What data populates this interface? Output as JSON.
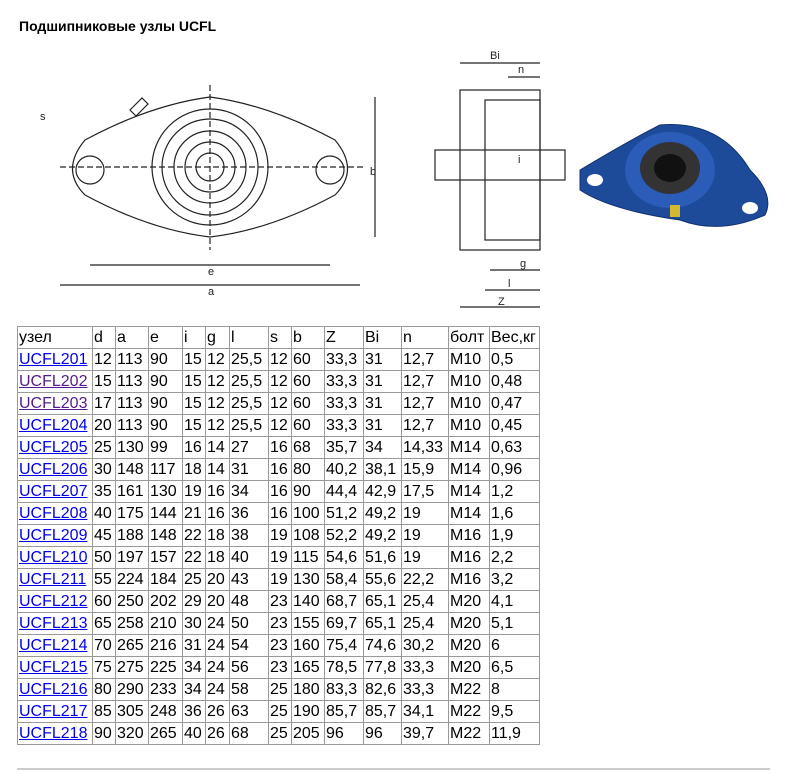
{
  "title": "Подшипниковые узлы UCFL",
  "drawing_labels": {
    "s": "s",
    "e": "e",
    "a": "a",
    "b": "b",
    "Bi": "Bi",
    "n": "n",
    "i": "i",
    "g": "g",
    "l": "l",
    "Z": "Z"
  },
  "colors": {
    "link": "#0000ee",
    "visited": "#551a8b",
    "housing": "#1e4a9a"
  },
  "table": {
    "headers": [
      "узел",
      "d",
      "a",
      "e",
      "i",
      "g",
      "l",
      "s",
      "b",
      "Z",
      "Bi",
      "n",
      "болт",
      "Вес,кг"
    ],
    "rows": [
      [
        "UCFL201",
        "12",
        "113",
        "90",
        "15",
        "12",
        "25,5",
        "12",
        "60",
        "33,3",
        "31",
        "12,7",
        "M10",
        "0,5"
      ],
      [
        "UCFL202",
        "15",
        "113",
        "90",
        "15",
        "12",
        "25,5",
        "12",
        "60",
        "33,3",
        "31",
        "12,7",
        "M10",
        "0,48"
      ],
      [
        "UCFL203",
        "17",
        "113",
        "90",
        "15",
        "12",
        "25,5",
        "12",
        "60",
        "33,3",
        "31",
        "12,7",
        "M10",
        "0,47"
      ],
      [
        "UCFL204",
        "20",
        "113",
        "90",
        "15",
        "12",
        "25,5",
        "12",
        "60",
        "33,3",
        "31",
        "12,7",
        "M10",
        "0,45"
      ],
      [
        "UCFL205",
        "25",
        "130",
        "99",
        "16",
        "14",
        "27",
        "16",
        "68",
        "35,7",
        "34",
        "14,33",
        "M14",
        "0,63"
      ],
      [
        "UCFL206",
        "30",
        "148",
        "117",
        "18",
        "14",
        "31",
        "16",
        "80",
        "40,2",
        "38,1",
        "15,9",
        "M14",
        "0,96"
      ],
      [
        "UCFL207",
        "35",
        "161",
        "130",
        "19",
        "16",
        "34",
        "16",
        "90",
        "44,4",
        "42,9",
        "17,5",
        "M14",
        "1,2"
      ],
      [
        "UCFL208",
        "40",
        "175",
        "144",
        "21",
        "16",
        "36",
        "16",
        "100",
        "51,2",
        "49,2",
        "19",
        "M14",
        "1,6"
      ],
      [
        "UCFL209",
        "45",
        "188",
        "148",
        "22",
        "18",
        "38",
        "19",
        "108",
        "52,2",
        "49,2",
        "19",
        "M16",
        "1,9"
      ],
      [
        "UCFL210",
        "50",
        "197",
        "157",
        "22",
        "18",
        "40",
        "19",
        "115",
        "54,6",
        "51,6",
        "19",
        "M16",
        "2,2"
      ],
      [
        "UCFL211",
        "55",
        "224",
        "184",
        "25",
        "20",
        "43",
        "19",
        "130",
        "58,4",
        "55,6",
        "22,2",
        "M16",
        "3,2"
      ],
      [
        "UCFL212",
        "60",
        "250",
        "202",
        "29",
        "20",
        "48",
        "23",
        "140",
        "68,7",
        "65,1",
        "25,4",
        "M20",
        "4,1"
      ],
      [
        "UCFL213",
        "65",
        "258",
        "210",
        "30",
        "24",
        "50",
        "23",
        "155",
        "69,7",
        "65,1",
        "25,4",
        "M20",
        "5,1"
      ],
      [
        "UCFL214",
        "70",
        "265",
        "216",
        "31",
        "24",
        "54",
        "23",
        "160",
        "75,4",
        "74,6",
        "30,2",
        "M20",
        "6"
      ],
      [
        "UCFL215",
        "75",
        "275",
        "225",
        "34",
        "24",
        "56",
        "23",
        "165",
        "78,5",
        "77,8",
        "33,3",
        "M20",
        "6,5"
      ],
      [
        "UCFL216",
        "80",
        "290",
        "233",
        "34",
        "24",
        "58",
        "25",
        "180",
        "83,3",
        "82,6",
        "33,3",
        "M22",
        "8"
      ],
      [
        "UCFL217",
        "85",
        "305",
        "248",
        "36",
        "26",
        "63",
        "25",
        "190",
        "85,7",
        "85,7",
        "34,1",
        "M22",
        "9,5"
      ],
      [
        "UCFL218",
        "90",
        "320",
        "265",
        "40",
        "26",
        "68",
        "25",
        "205",
        "96",
        "96",
        "39,7",
        "M22",
        "11,9"
      ]
    ]
  }
}
